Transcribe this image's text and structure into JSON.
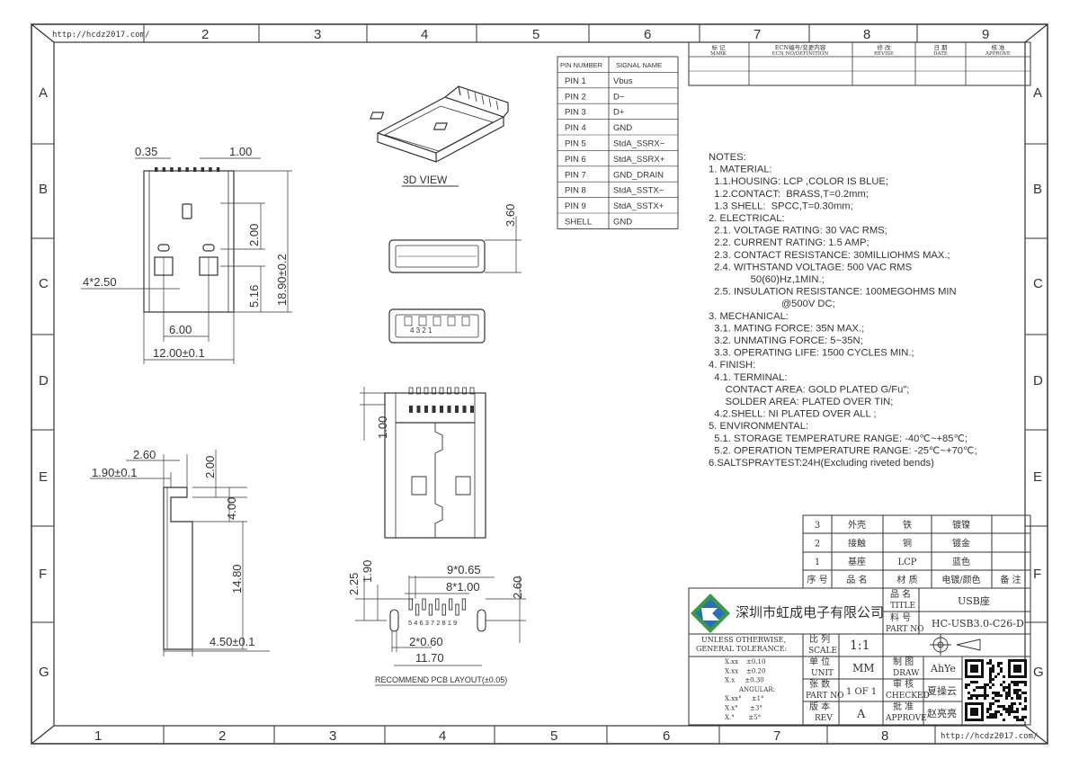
{
  "sheet": {
    "url_top": "http://hcdz2017.com/",
    "url_bottom": "http://hcdz2017.com/",
    "col_labels_top": [
      "2",
      "3",
      "4",
      "5",
      "6",
      "7",
      "8",
      "9"
    ],
    "col_labels_bottom": [
      "1",
      "2",
      "3",
      "4",
      "5",
      "6",
      "7",
      "8"
    ],
    "row_labels": [
      "A",
      "B",
      "C",
      "D",
      "E",
      "F",
      "G"
    ]
  },
  "revision_block": {
    "headers": [
      {
        "cn": "标 记",
        "en": "MARK"
      },
      {
        "cn": "ECN编号/变更内容",
        "en": "ECN NO/DEFINITION"
      },
      {
        "cn": "修 改",
        "en": "REVISE"
      },
      {
        "cn": "日 期",
        "en": "DATE"
      },
      {
        "cn": "核 准",
        "en": "APPROVE"
      }
    ]
  },
  "pin_table": {
    "headers": [
      "PIN NUMBER",
      "SIGNAL NAME"
    ],
    "rows": [
      [
        "PIN 1",
        "Vbus"
      ],
      [
        "PIN 2",
        "D−"
      ],
      [
        "PIN 3",
        "D+"
      ],
      [
        "PIN 4",
        "GND"
      ],
      [
        "PIN 5",
        "StdA_SSRX−"
      ],
      [
        "PIN 6",
        "StdA_SSRX+"
      ],
      [
        "PIN 7",
        "GND_DRAIN"
      ],
      [
        "PIN 8",
        "StdA_SSTX−"
      ],
      [
        "PIN 9",
        "StdA_SSTX+"
      ],
      [
        "SHELL",
        "GND"
      ]
    ]
  },
  "views": {
    "view_3d_label": "3D VIEW",
    "pcb_label": "RECOMMEND PCB LAYOUT(±0.05)"
  },
  "dimensions": {
    "top_pitch": "0.35",
    "top_width": "1.00",
    "height_total": "18.90±0.2",
    "d_2_00": "2.00",
    "d_5_16": "5.16",
    "d_4x2_50": "4*2.50",
    "d_6_00": "6.00",
    "d_12_00": "12.00±0.1",
    "d_3_60": "3.60",
    "d_1_00": "1.00",
    "side_2_60": "2.60",
    "side_1_90": "1.90±0.1",
    "side_2_00": "2.00",
    "side_4_00": "4.00",
    "side_14_80": "14.80",
    "side_4_50": "4.50±0.1",
    "pcb_2_25": "2.25",
    "pcb_1_90": "1.90",
    "pcb_9x065": "9*0.65",
    "pcb_8x100": "8*1.00",
    "pcb_2_60": "2.60",
    "pcb_2x060": "2*0.60",
    "pcb_11_70": "11.70",
    "pcb_pin_numbers": "5 4 6 3 7 2 8 1 9",
    "front_pin_numbers": "4 3 2 1"
  },
  "notes": [
    "NOTES:",
    "1. MATERIAL:",
    "  1.1.HOUSING: LCP ,COLOR IS BLUE;",
    "  1.2.CONTACT:  BRASS,T=0.2mm;",
    "  1.3 SHELL:  SPCC,T=0.30mm;",
    "2. ELECTRICAL:",
    "  2.1. VOLTAGE RATING: 30 VAC RMS;",
    "  2.2. CURRENT RATING: 1.5 AMP;",
    "  2.3. CONTACT RESISTANCE: 30MILLIOHMS MAX.;",
    "  2.4. WITHSTAND VOLTAGE: 500 VAC RMS",
    "               50(60)Hz,1MIN.;",
    "  2.5. INSULATION RESISTANCE: 100MEGOHMS MIN",
    "                          @500V DC;",
    "3. MECHANICAL:",
    "  3.1. MATING FORCE: 35N MAX.;",
    "  3.2. UNMATING FORCE: 5~35N;",
    "  3.3. OPERATING LIFE: 1500 CYCLES MIN.;",
    "4. FINISH:",
    "  4.1. TERMINAL:",
    "      CONTACT AREA: GOLD PLATED G/Fu\";",
    "      SOLDER AREA: PLATED OVER TIN;",
    "  4.2.SHELL: NI PLATED OVER ALL ;",
    "5. ENVIRONMENTAL:",
    "  5.1. STORAGE TEMPERATURE RANGE: -40℃~+85℃;",
    "  5.2. OPERATION TEMPERATURE RANGE: -25℃~+70℃;",
    "6.SALTSPRAYTEST:24H(Excluding riveted bends)"
  ],
  "bom": {
    "rows": [
      [
        "3",
        "外壳",
        "铁",
        "镀镍",
        ""
      ],
      [
        "2",
        "接触",
        "铜",
        "镀金",
        ""
      ],
      [
        "1",
        "基座",
        "LCP",
        "蓝色",
        ""
      ]
    ],
    "header": [
      "序 号",
      "品 名",
      "材 质",
      "电镀/颜色",
      "备 注"
    ]
  },
  "title_block": {
    "company": "深圳市虹成电子有限公司",
    "title_cn": "品 名",
    "title_en": "TITLE",
    "title_value": "USB座",
    "partno_cn": "料 号",
    "partno_en": "PART NO",
    "partno_value": "HC-USB3.0-C26-D",
    "tol_head1": "UNLESS    OTHERWISE,",
    "tol_head2": "GENERAL TOLERANCE:",
    "tolerances": [
      "X.xx    ±0.10",
      "X.xx    ±0.20",
      "X.x     ±0.30",
      "ANGULAR:",
      "X.xx°     ±1°",
      "X.x°      ±3°",
      "X.°       ±5°"
    ],
    "scale_cn": "比 列",
    "scale_en": "SCALE",
    "scale_value": "1:1",
    "unit_cn": "单 位",
    "unit_en": "UNIT",
    "unit_value": "MM",
    "sheet_cn": "张 数",
    "sheet_en": "PART NO",
    "sheet_value": "1 OF 1",
    "rev_cn": "版 本",
    "rev_en": "REV",
    "rev_value": "A",
    "draw_cn": "制 图",
    "draw_en": "DRAW",
    "draw_value": "AhYe",
    "check_cn": "审 核",
    "check_en": "CHECKED",
    "check_value": "夏操云",
    "approve_cn": "批 准",
    "approve_en": "APPROVE",
    "approve_value": "赵亮亮"
  }
}
